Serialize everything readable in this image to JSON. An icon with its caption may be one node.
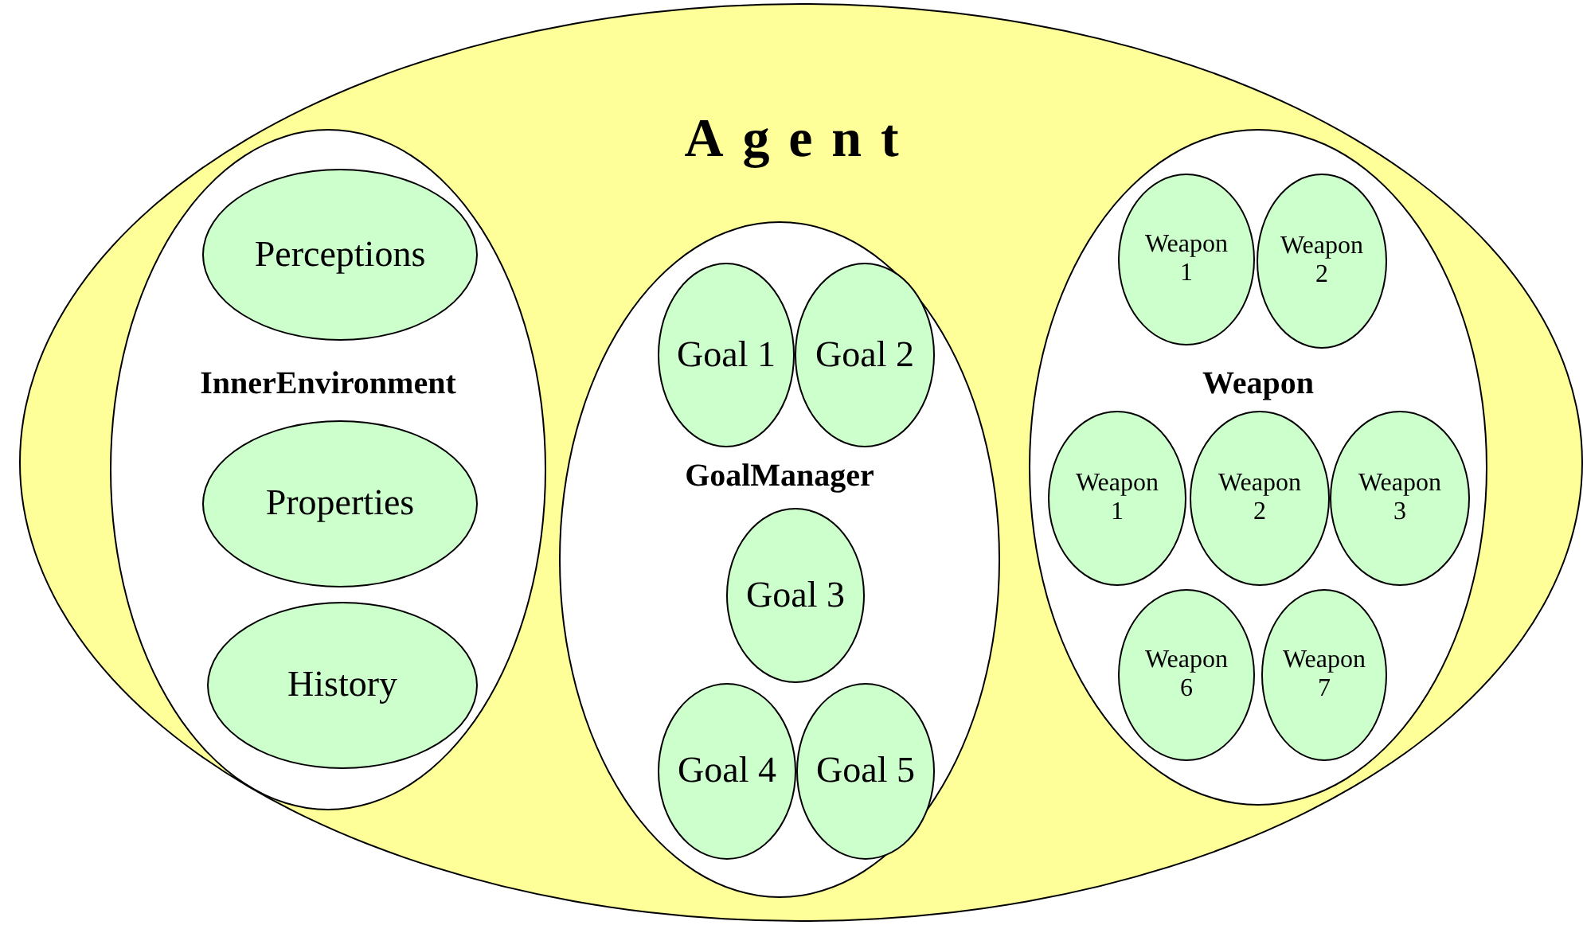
{
  "diagram": {
    "nodes": [
      {
        "text": [
          "Agent"
        ]
      },
      {
        "text": [
          "InnerEnvironment"
        ],
        "in": 0
      },
      {
        "text": [
          "Perceptions"
        ],
        "in": 1
      },
      {
        "text": [
          "Properties"
        ],
        "in": 1
      },
      {
        "text": [
          "History"
        ],
        "in": 1
      },
      {
        "text": [
          "GoalManager"
        ],
        "in": 0
      },
      {
        "text": [
          "Goal 1"
        ],
        "in": 5
      },
      {
        "text": [
          "Goal 2"
        ],
        "in": 5
      },
      {
        "text": [
          "Goal 3"
        ],
        "in": 5
      },
      {
        "text": [
          "Goal 4"
        ],
        "in": 5
      },
      {
        "text": [
          "Goal 5"
        ],
        "in": 5
      },
      {
        "text": [
          "Weapon"
        ],
        "in": 0
      },
      {
        "text": [
          "Weapon 1"
        ],
        "in": 11
      },
      {
        "text": [
          "Weapon 2"
        ],
        "in": 11
      },
      {
        "text": [
          "Weapon 1"
        ],
        "in": 11
      },
      {
        "text": [
          "Weapon 2"
        ],
        "in": 11
      },
      {
        "text": [
          "Weapon 3"
        ],
        "in": 11
      },
      {
        "text": [
          "Weapon 6"
        ],
        "in": 11
      },
      {
        "text": [
          "Weapon 7"
        ],
        "in": 11
      }
    ],
    "edges": []
  }
}
